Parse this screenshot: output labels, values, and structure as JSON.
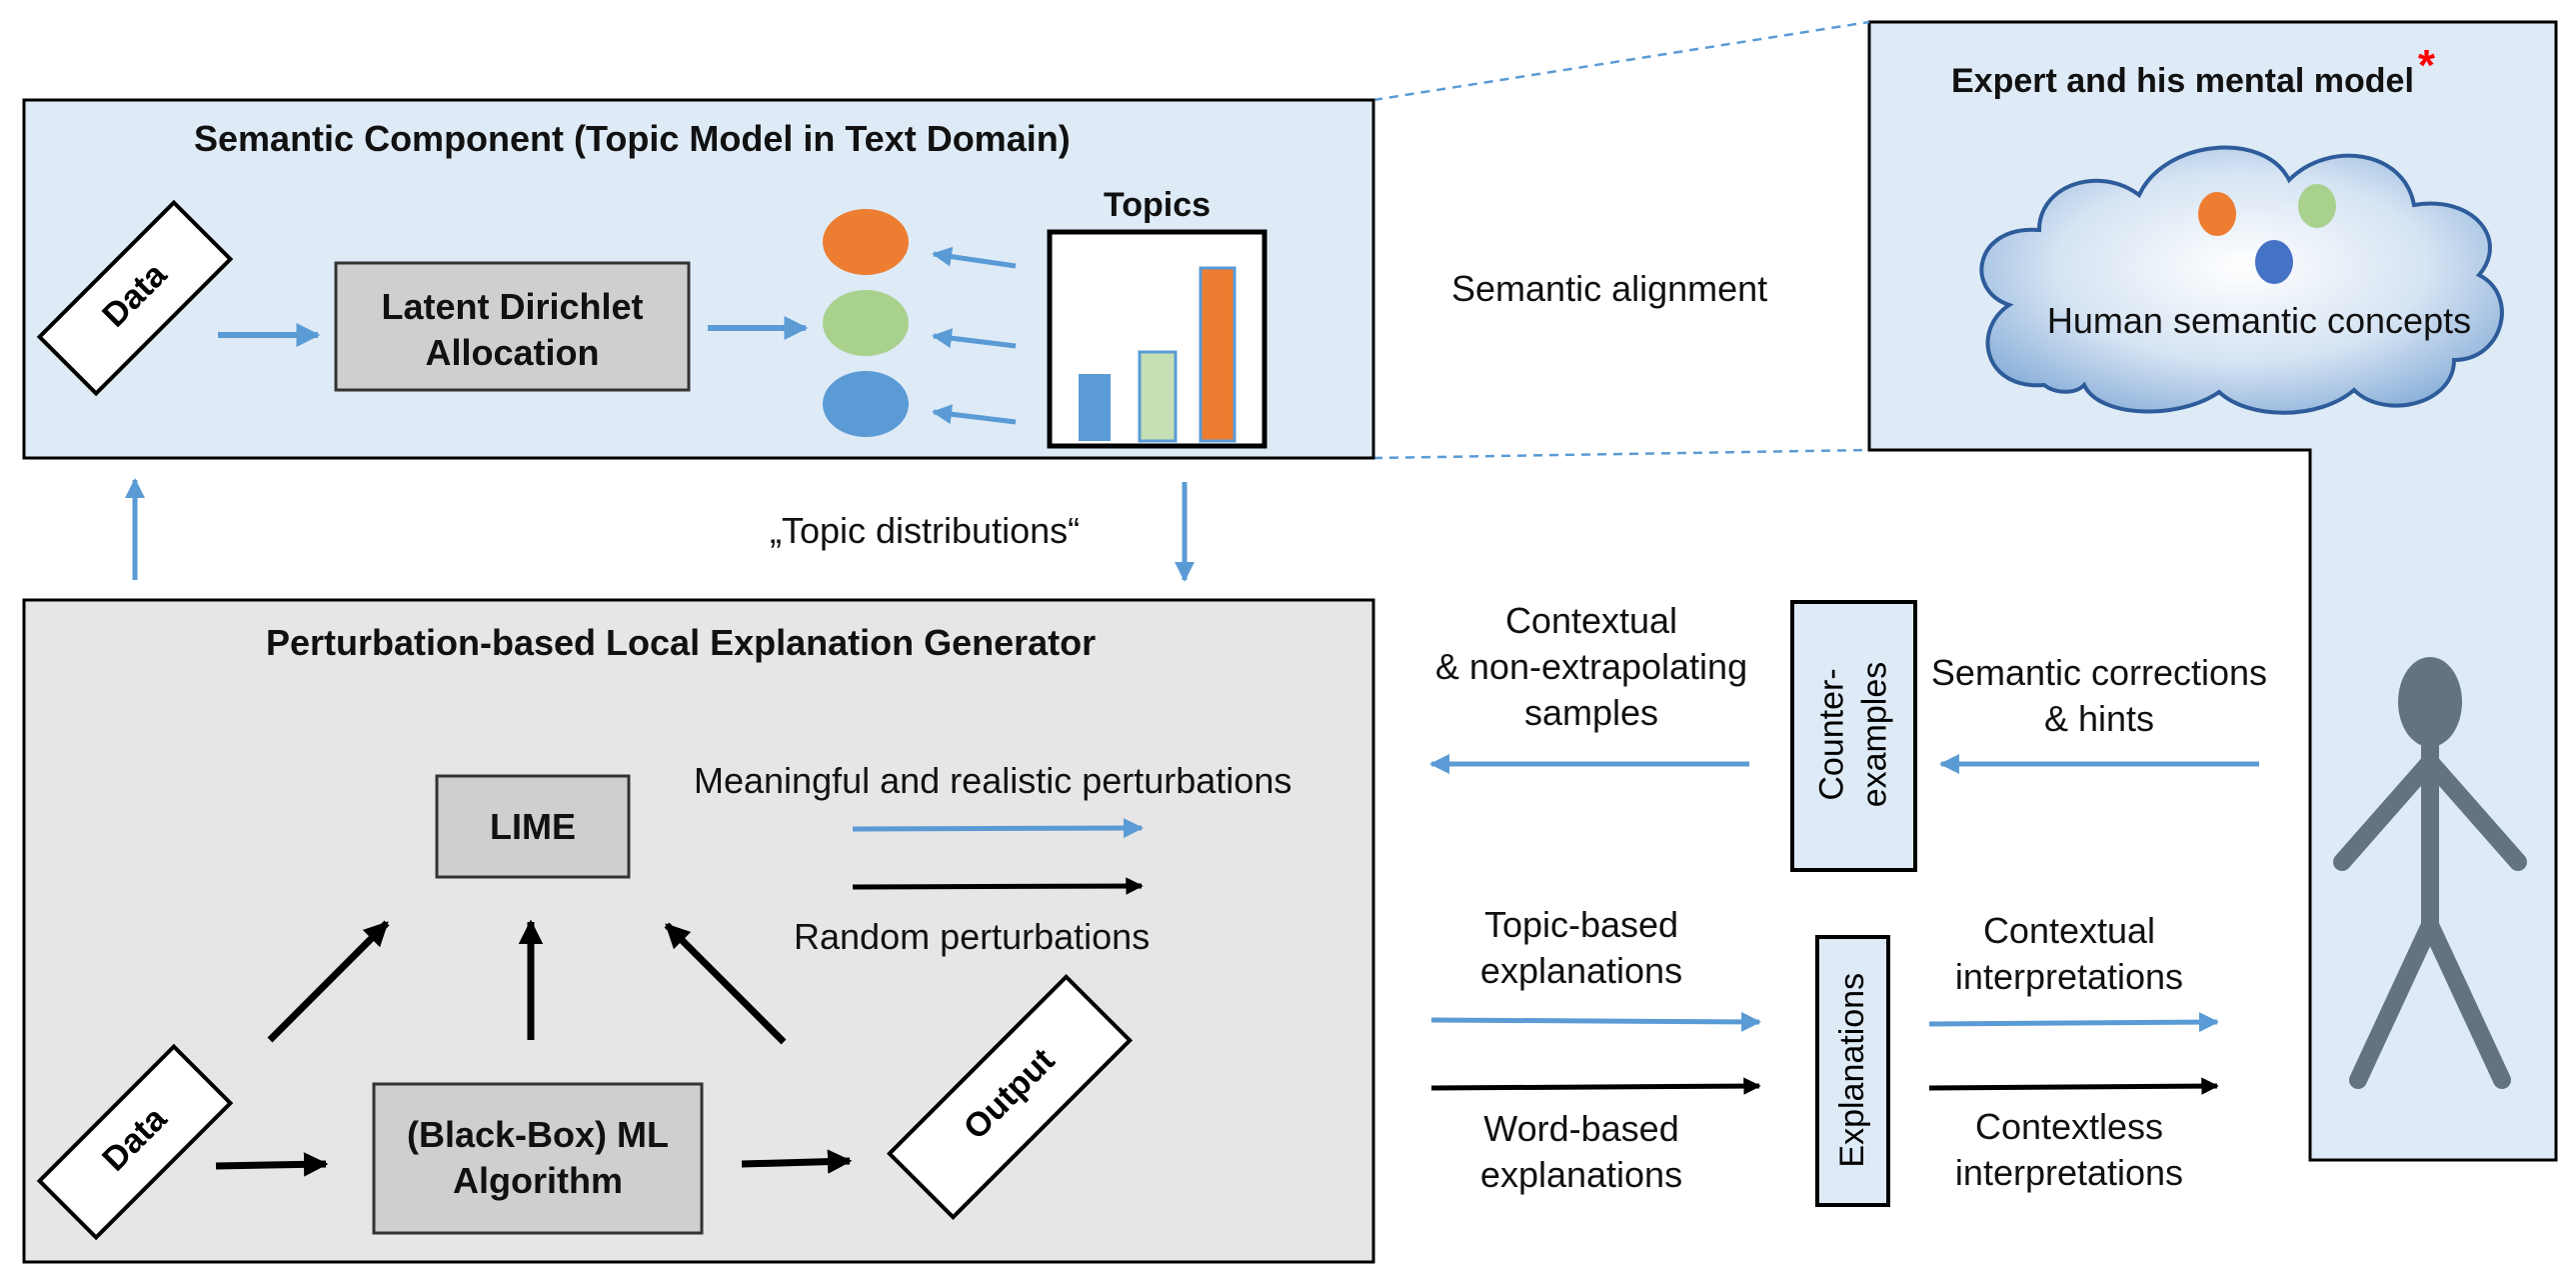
{
  "semantic_component": {
    "title": "Semantic Component (Topic Model in Text Domain)",
    "data_label": "Data",
    "lda_line1": "Latent Dirichlet",
    "lda_line2": "Allocation",
    "topics_title": "Topics",
    "topic_colors": [
      "#ED7D31",
      "#A9D18E",
      "#5B9BD5"
    ]
  },
  "topic_distributions_label": "„Topic distributions“",
  "semantic_alignment_label": "Semantic alignment",
  "expert": {
    "title": "Expert and his mental model",
    "asterisk": "*",
    "cloud_label": "Human semantic concepts",
    "concept_colors": [
      "#ED7D31",
      "#A9D18E",
      "#4472C4"
    ]
  },
  "generator": {
    "title": "Perturbation-based Local Explanation Generator",
    "lime_label": "LIME",
    "data_label": "Data",
    "ml_line1": "(Black-Box) ML",
    "ml_line2": "Algorithm",
    "output_label": "Output",
    "meaningful_label": "Meaningful and realistic perturbations",
    "random_label": "Random perturbations"
  },
  "middle": {
    "contextual_samples_line1": "Contextual",
    "contextual_samples_line2": "& non-extrapolating",
    "contextual_samples_line3": "samples",
    "counter_line1": "Counter-",
    "counter_line2": "examples",
    "semantic_corrections_line1": "Semantic corrections",
    "semantic_corrections_line2": "& hints",
    "topic_based_line1": "Topic-based",
    "topic_based_line2": "explanations",
    "word_based_line1": "Word-based",
    "word_based_line2": "explanations",
    "explanations_label": "Explanations",
    "contextual_interp_line1": "Contextual",
    "contextual_interp_line2": "interpretations",
    "contextless_interp_line1": "Contextless",
    "contextless_interp_line2": "interpretations"
  },
  "colors": {
    "light_blue_fill": "#DEEBF7",
    "grey_fill": "#E7E6E6",
    "box_grey": "#D0CECE",
    "arrow_blue": "#5B9BD5",
    "stick_figure": "#637381",
    "asterisk_red": "#FF0000"
  }
}
